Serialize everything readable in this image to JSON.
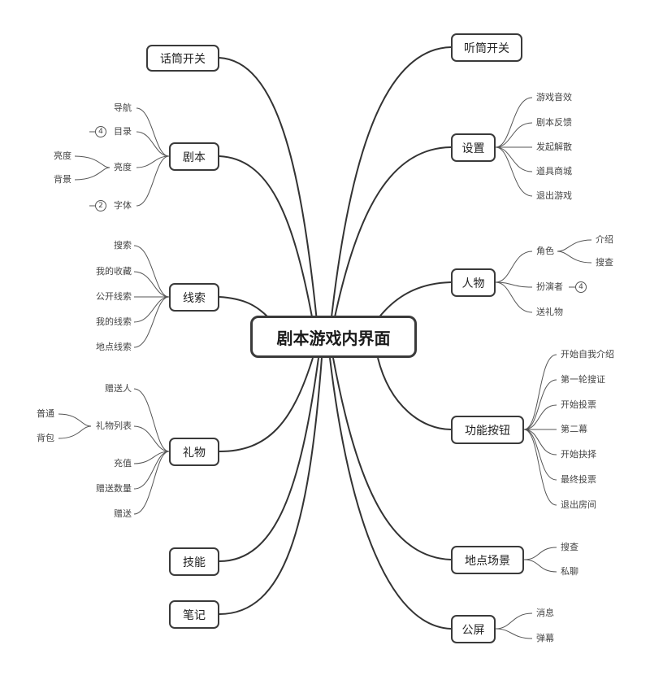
{
  "root": "剧本游戏内界面",
  "left": {
    "mic": "话筒开关",
    "script": {
      "label": "剧本",
      "nav": "导航",
      "toc": "目录",
      "toc_badge": "4",
      "brightness": "亮度",
      "brightness_children": [
        "亮度",
        "背景"
      ],
      "font": "字体",
      "font_badge": "2"
    },
    "clues": {
      "label": "线索",
      "items": [
        "搜索",
        "我的收藏",
        "公开线索",
        "我的线索",
        "地点线索"
      ]
    },
    "gifts": {
      "label": "礼物",
      "send_person": "赠送人",
      "gift_list": "礼物列表",
      "gift_list_children": [
        "普通",
        "背包"
      ],
      "recharge": "充值",
      "send_count": "赠送数量",
      "send": "赠送"
    },
    "skills": "技能",
    "notes": "笔记"
  },
  "right": {
    "speaker": "听筒开关",
    "settings": {
      "label": "设置",
      "items": [
        "游戏音效",
        "剧本反馈",
        "发起解散",
        "道具商城",
        "退出游戏"
      ]
    },
    "character": {
      "label": "人物",
      "role": "角色",
      "role_children": [
        "介绍",
        "搜查"
      ],
      "actor": "扮演者",
      "actor_badge": "4",
      "gift": "送礼物"
    },
    "functions": {
      "label": "功能按钮",
      "items": [
        "开始自我介绍",
        "第一轮搜证",
        "开始投票",
        "第二幕",
        "开始抉择",
        "最终投票",
        "退出房间"
      ]
    },
    "location": {
      "label": "地点场景",
      "items": [
        "搜查",
        "私聊"
      ]
    },
    "public": {
      "label": "公屏",
      "items": [
        "消息",
        "弹幕"
      ]
    }
  }
}
